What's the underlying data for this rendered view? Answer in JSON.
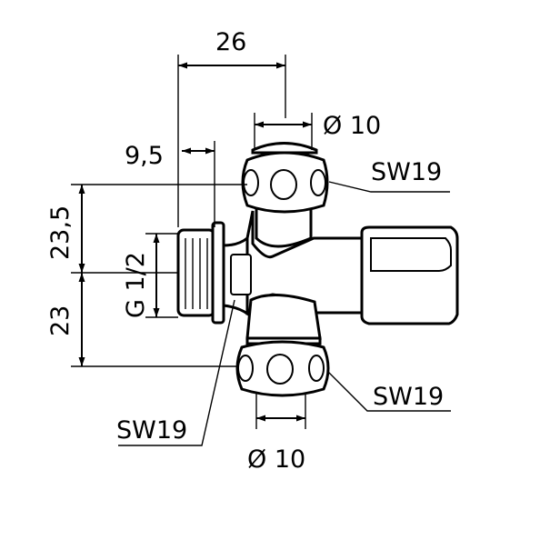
{
  "labels": {
    "dim_width": "26",
    "dim_diameter_top": "Ø 10",
    "dim_offset": "9,5",
    "wrench_top": "SW19",
    "dim_height_upper": "23,5",
    "thread": "G 1/2",
    "dim_height_lower": "23",
    "wrench_bottom_right": "SW19",
    "wrench_bottom_left": "SW19",
    "dim_diameter_bottom": "Ø 10"
  }
}
